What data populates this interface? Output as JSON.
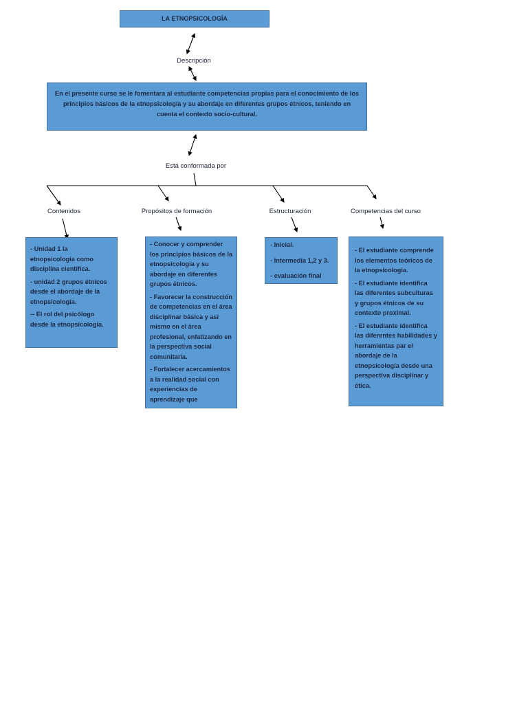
{
  "title": "LA ETNOPSICOLOGÍA",
  "label_descripcion": "Descripción",
  "descripcion": "En el presente curso se le fomentara al estudiante competencias propias para el conocimiento de los principios básicos de la etnopsicología y su abordaje en diferentes grupos étnicos, teniendo en cuenta el contexto socio-cultural.",
  "label_conformada": "Está conformada por",
  "branches": [
    {
      "label": "Contenidos",
      "items": [
        "- Unidad 1 la etnopsicología como disciplina científica.",
        "- unidad 2 grupos étnicos desde el abordaje de la etnopsicología.",
        "-- El rol del psicólogo desde la etnopsicologia."
      ]
    },
    {
      "label": "Propósitos de formación",
      "items": [
        "- Conocer y comprender los principios básicos de la etnopsicologia y su abordaje en diferentes grupos étnicos.",
        "- Favorecer la construcción de competencias en el área disciplinar básica y así mismo en el área profesional, enfatizando en la perspectiva social comunitaria.",
        "- Fortalecer acercamientos a la realidad social con experiencias de aprendizaje que"
      ]
    },
    {
      "label": "Estructuración",
      "items": [
        "- Inicial.",
        "- Intermedia 1,2 y 3.",
        "- evaluación final"
      ]
    },
    {
      "label": "Competencias del curso",
      "items": [
        "- El estudiante comprende los elementos teóricos de la etnopsicologia.",
        "- El estudiante identifica las diferentes subculturas y grupos étnicos de su contexto proximal.",
        "- El estudiante identifica las diferentes habilidades y herramientas par el abordaje de la etnopsicología desde una perspectiva disciplinar y ética."
      ]
    }
  ],
  "colors": {
    "box_fill": "#5b9bd5",
    "box_border": "#41719c"
  }
}
